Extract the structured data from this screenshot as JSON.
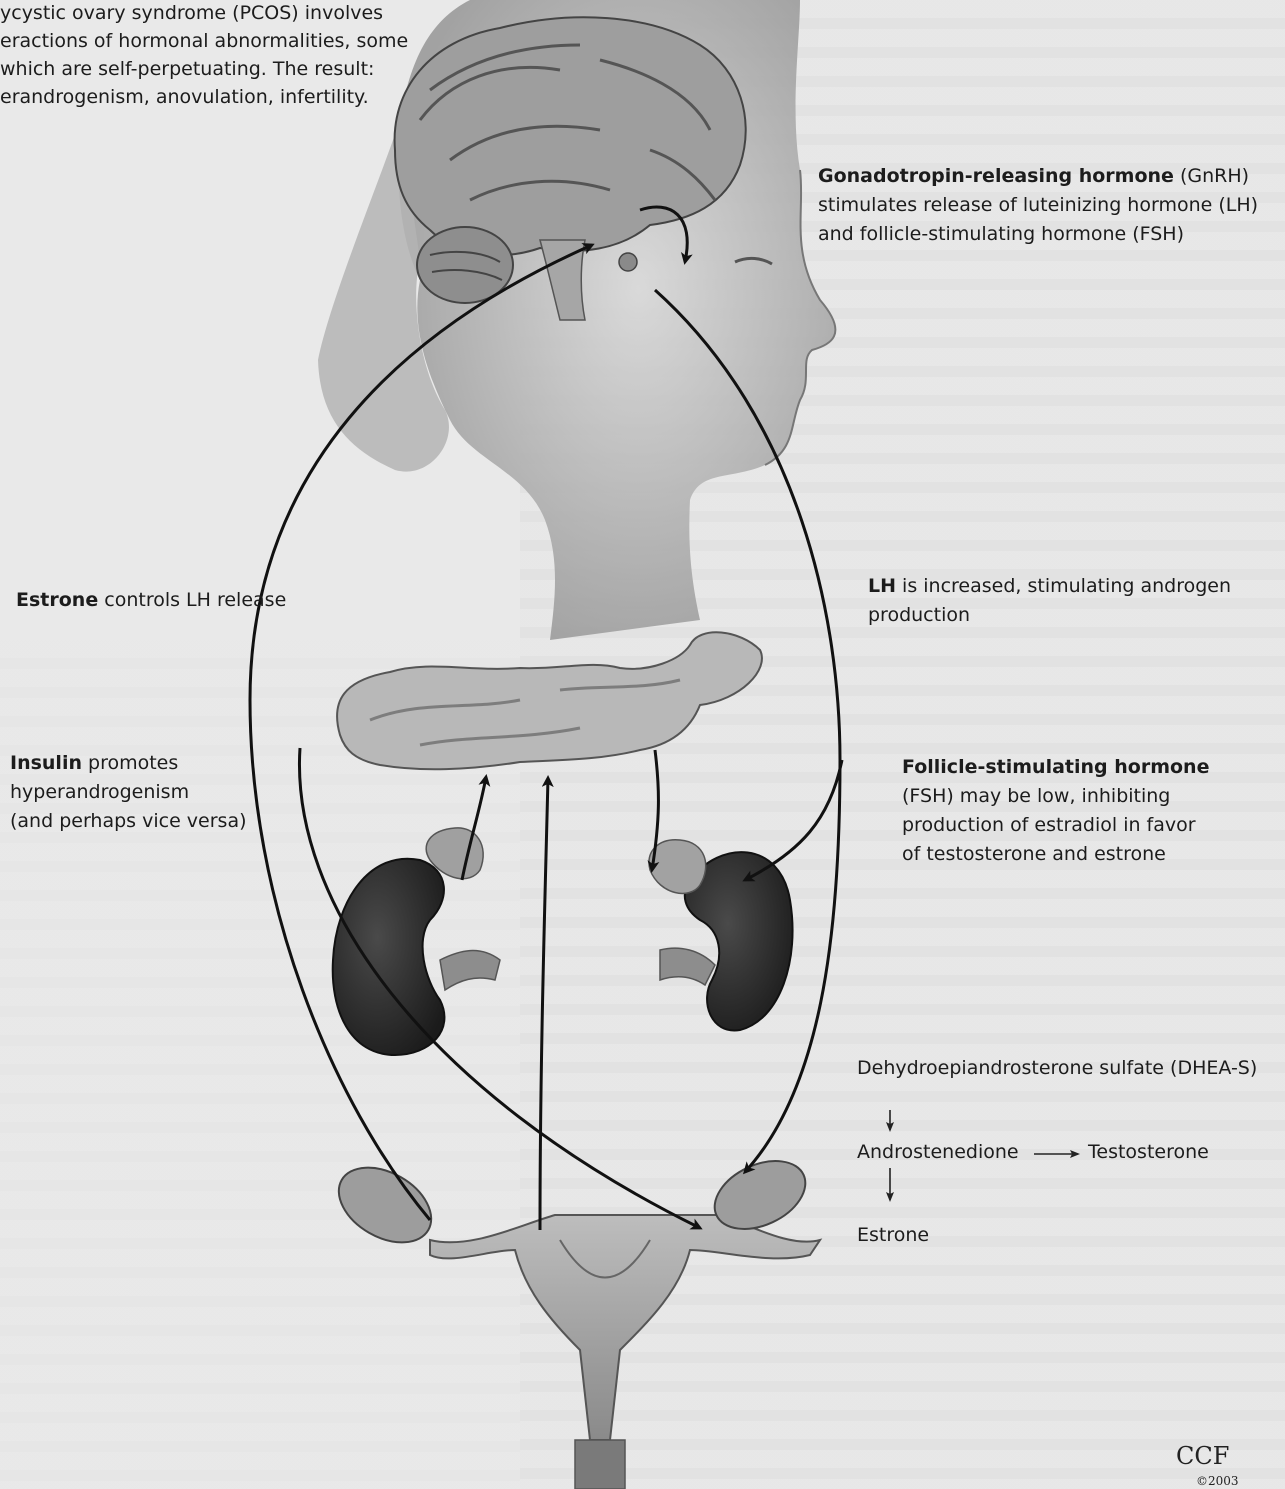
{
  "intro": "ycystic ovary syndrome (PCOS) involves eractions of hormonal abnormalities, some which are self-perpetuating. The result: erandrogenism, anovulation, infertility.",
  "intro_lines": [
    "ycystic ovary syndrome (PCOS) involves",
    "eractions of hormonal abnormalities, some",
    "which are self-perpetuating. The result:",
    "erandrogenism, anovulation, infertility."
  ],
  "gnrh": {
    "term": "Gonadotropin-releasing hormone",
    "line1_rest": " (GnRH)",
    "line2": "stimulates release of luteinizing hormone (LH)",
    "line3": "and follicle-stimulating hormone (FSH)"
  },
  "estrone_label": {
    "term": "Estrone",
    "rest": " controls LH release"
  },
  "lh_label": {
    "term": "LH",
    "line1_rest": " is increased, stimulating androgen",
    "line2": "production"
  },
  "insulin_label": {
    "term": "Insulin",
    "line1_rest": " promotes",
    "line2": "hyperandrogenism",
    "line3": "(and perhaps vice versa)"
  },
  "fsh_label": {
    "term": "Follicle-stimulating hormone",
    "line2": "(FSH) may be low, inhibiting",
    "line3": "production of estradiol in favor",
    "line4": "of testosterone and estrone"
  },
  "pathway": {
    "dheas": "Dehydroepiandrosterone sulfate (DHEA-S)",
    "androstenedione": "Androstenedione",
    "testosterone": "Testosterone",
    "estrone": "Estrone"
  },
  "credit": {
    "name": "CCF",
    "year": "©2003"
  },
  "colors": {
    "background": "#e9e9e9",
    "arrow": "#111111",
    "organ_gray": "#a8a8a8",
    "kidney": "#2a2a2a"
  }
}
